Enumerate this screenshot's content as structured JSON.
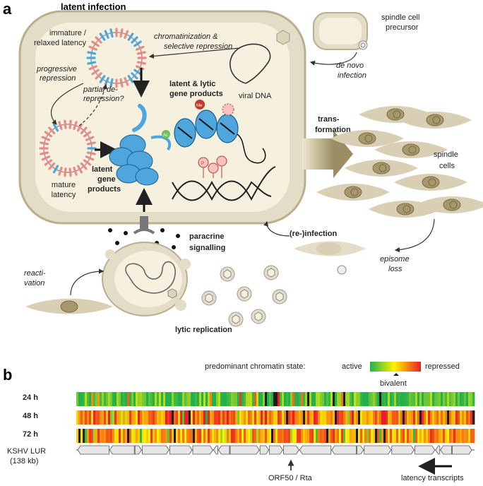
{
  "panel_a": {
    "letter": "a",
    "title": "latent infection",
    "immature_latency": [
      "immature /",
      "relaxed latency"
    ],
    "chromatinization": [
      "chromatinization &",
      "selective repression"
    ],
    "viral_dna": "viral DNA",
    "spindle_cell_precursor": [
      "spindle cell",
      "precursor"
    ],
    "de_novo_infection": [
      "de novo",
      "infection"
    ],
    "progressive_repression": [
      "progressive",
      "repression"
    ],
    "partial_derepression": [
      "partial de-",
      "repression?"
    ],
    "latent_lytic_products": [
      "latent & lytic",
      "gene products"
    ],
    "mature_latency": [
      "mature",
      "latency"
    ],
    "latent_gene_products": [
      "latent",
      "gene",
      "products"
    ],
    "transformation": [
      "trans-",
      "formation"
    ],
    "spindle_cells": [
      "spindle",
      "cells"
    ],
    "paracrine": [
      "paracrine",
      "signalling"
    ],
    "reinfection": "(re-)infection",
    "episome_loss": [
      "episome",
      "loss"
    ],
    "reactivation": [
      "reacti-",
      "vation"
    ],
    "lytic_replication": "lytic replication",
    "mark_ac": "Ac",
    "mark_me": "Me",
    "mark_p": "P"
  },
  "panel_b": {
    "letter": "b",
    "legend_label": "predominant chromatin state:",
    "legend_active": "active",
    "legend_repressed": "repressed",
    "legend_bivalent": "bivalent",
    "row_labels": [
      "24 h",
      "48 h",
      "72 h"
    ],
    "genome_label": [
      "KSHV LUR",
      "(138 kb)"
    ],
    "orf50_label": "ORF50 / Rta",
    "latency_label": "latency transcripts",
    "heatmap_palette": {
      "active": "#22b14c",
      "bivalent": "#fff200",
      "repressed": "#ed1c24"
    },
    "row_state_profiles": [
      {
        "row": "24 h",
        "predominant": "active"
      },
      {
        "row": "48 h",
        "predominant": "repressed"
      },
      {
        "row": "72 h",
        "predominant": "repressed"
      }
    ]
  },
  "colors": {
    "cell_fill": "#e3dcc6",
    "cell_stroke": "#b9ae8d",
    "nucleus_fill": "#f6f1de",
    "spindle_fill": "#d8cfb4",
    "spindle_nucleus": "#a8976a",
    "dna_blue": "#4ea6dc",
    "arrow_fill": "#9c8d62"
  }
}
